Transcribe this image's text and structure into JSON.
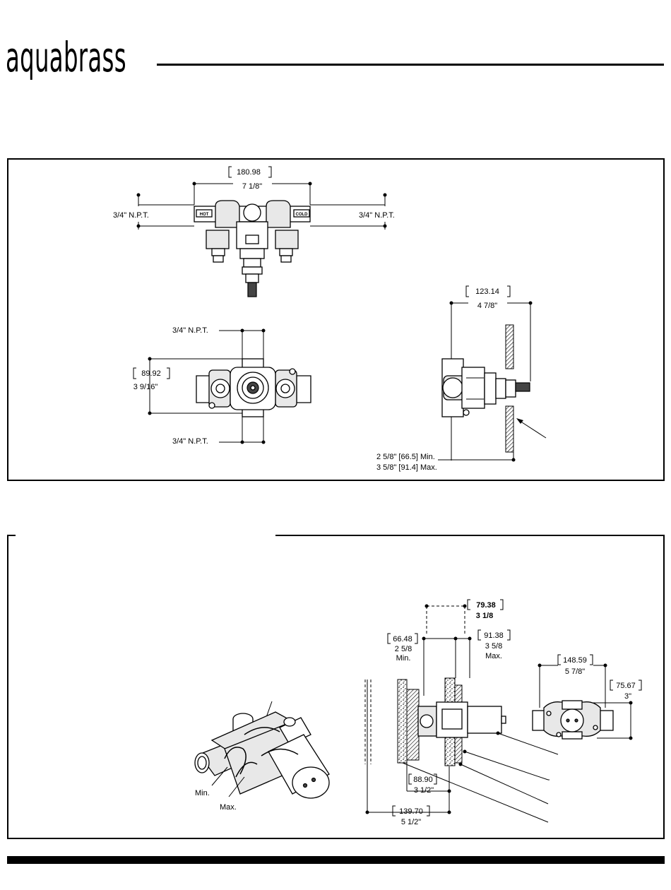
{
  "logo": {
    "text": "aquabrass"
  },
  "top_panel": {
    "top_view": {
      "width_mm": "180.98",
      "width_in": "7 1/8\"",
      "left_port": "3/4\" N.P.T.",
      "right_port": "3/4\" N.P.T.",
      "hot_tag": "HOT",
      "cold_tag": "COLD"
    },
    "front_view": {
      "top_port": "3/4\" N.P.T.",
      "bottom_port": "3/4\" N.P.T.",
      "height_mm": "89.92",
      "height_in": "3 9/16\""
    },
    "side_view": {
      "depth_mm": "123.14",
      "depth_in": "4 7/8\"",
      "min_label": "2 5/8\" [66.5] Min.",
      "max_label": "3 5/8\" [91.4] Max."
    }
  },
  "bottom_panel": {
    "iso_view": {
      "min_label": "Min.",
      "max_label": "Max."
    },
    "section_view": {
      "top_mm": "79.38",
      "top_in": "3 1/8",
      "min_mm": "66.48",
      "min_in": "2 5/8",
      "min_word": "Min.",
      "max_mm": "91.38",
      "max_in": "3 5/8",
      "max_word": "Max.",
      "a_mm": "88.90",
      "a_in": "3 1/2\"",
      "b_mm": "139.70",
      "b_in": "5 1/2\""
    },
    "plan_view": {
      "width_mm": "148.59",
      "width_in": "5 7/8\"",
      "height_mm": "75.67",
      "height_in": "3\""
    }
  }
}
